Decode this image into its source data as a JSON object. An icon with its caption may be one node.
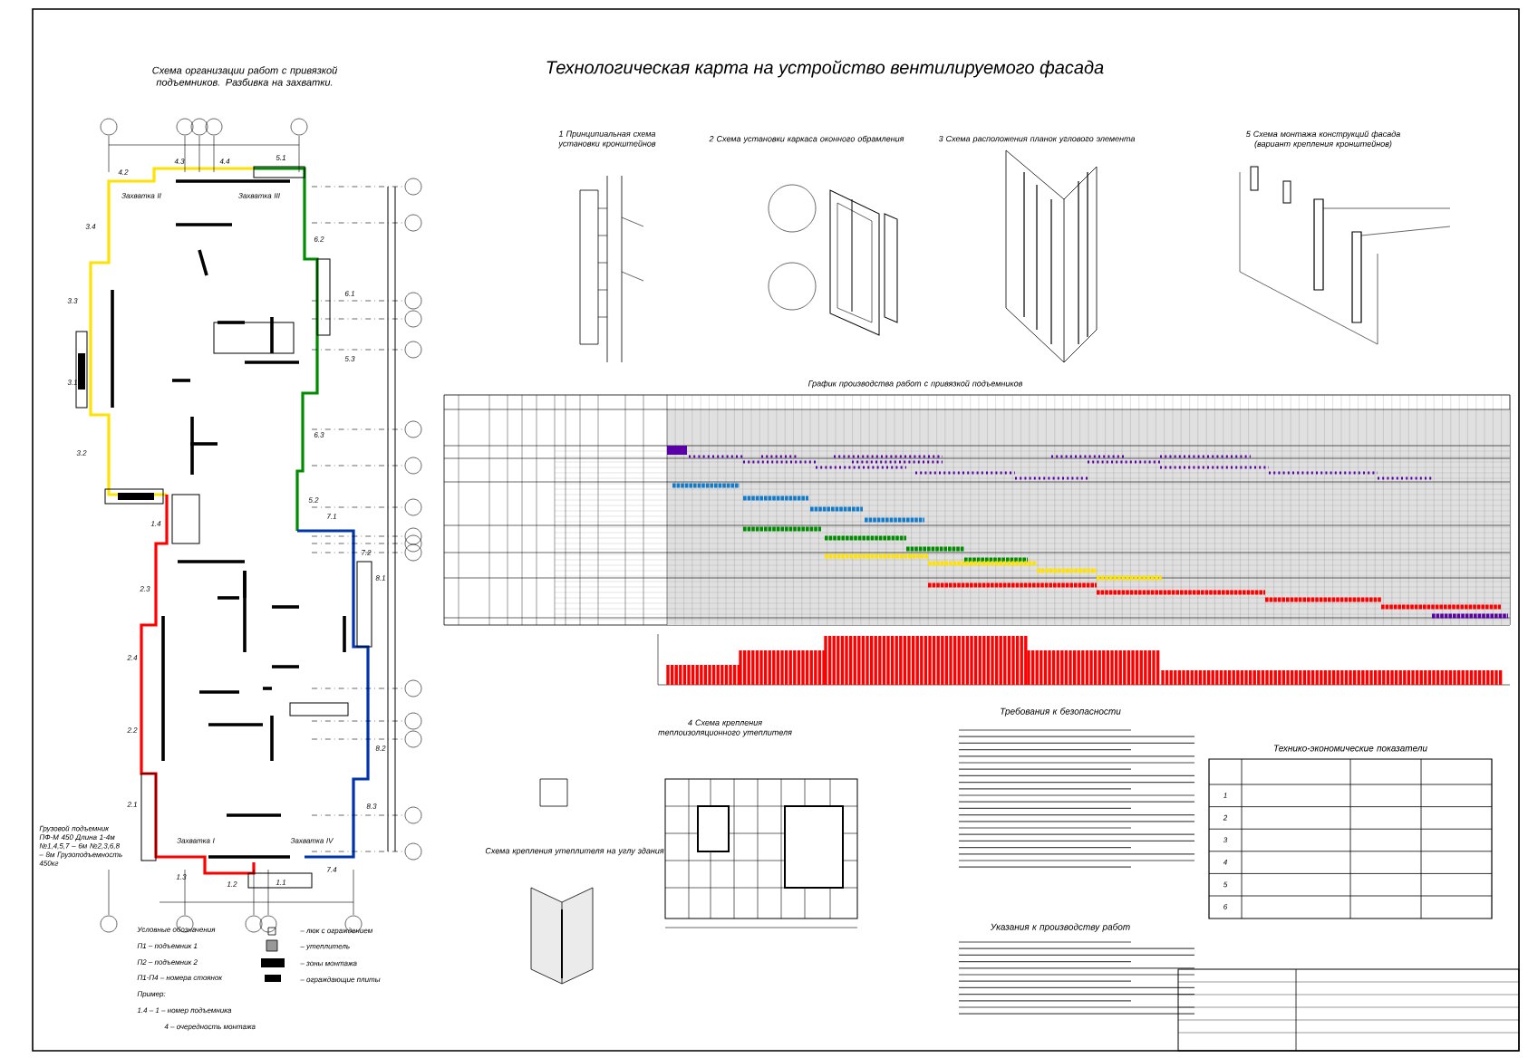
{
  "diagram": {
    "title": "Технологическая карта на устройство вентилируемого фасада",
    "labels": [
      "Схема организации работ с привязкой подъемников. Разбивка на захватки.",
      "1 Принципиальная схема установки кронштейнов",
      "2 Схема установки каркаса оконного обрамления",
      "3 Схема расположения планок углового элемента",
      "5 Схема монтажа конструкций фасада (вариант крепления кронштейнов)",
      "График производства работ с привязкой подъемников",
      "Захватка II",
      "Захватка III",
      "Захватка I",
      "Захватка IV",
      "4.2",
      "4.3",
      "4.4",
      "5.1",
      "3.4",
      "3.3",
      "3.1",
      "3.2",
      "6.2",
      "6.1",
      "5.3",
      "6.3",
      "5.2",
      "7.1",
      "1.4",
      "2.3",
      "2.4",
      "2.2",
      "2.1",
      "1.3",
      "1.2",
      "1.1",
      "7.2",
      "8.1",
      "8.2",
      "8.3",
      "7.4",
      "Грузовой подъемник ПФ-М 450 Длина 1-4м №1,4,5,7 – 6м №2,3,6,8 – 8м Грузоподъемность 450кг",
      "Условные обозначения",
      "П1 – подъемник 1",
      "П2 – подъемник 2",
      "П1-П4 – номера стоянок",
      "Пример:",
      "1.4 – 1 – номер подъемника",
      "4 – очередность монтажа",
      "4 Схема крепления теплоизоляционного утеплителя",
      "Схема крепления утеплителя на углу здания",
      "Требования к безопасности",
      "Указания к производству работ",
      "Технико-экономические показатели",
      "1",
      "2",
      "3",
      "4",
      "5",
      "6"
    ],
    "legend": [
      {
        "text": "– люк с ограждением"
      },
      {
        "text": "– утеплитель"
      },
      {
        "text": "– зоны монтажа"
      },
      {
        "text": "– ограждающие плиты"
      }
    ]
  }
}
